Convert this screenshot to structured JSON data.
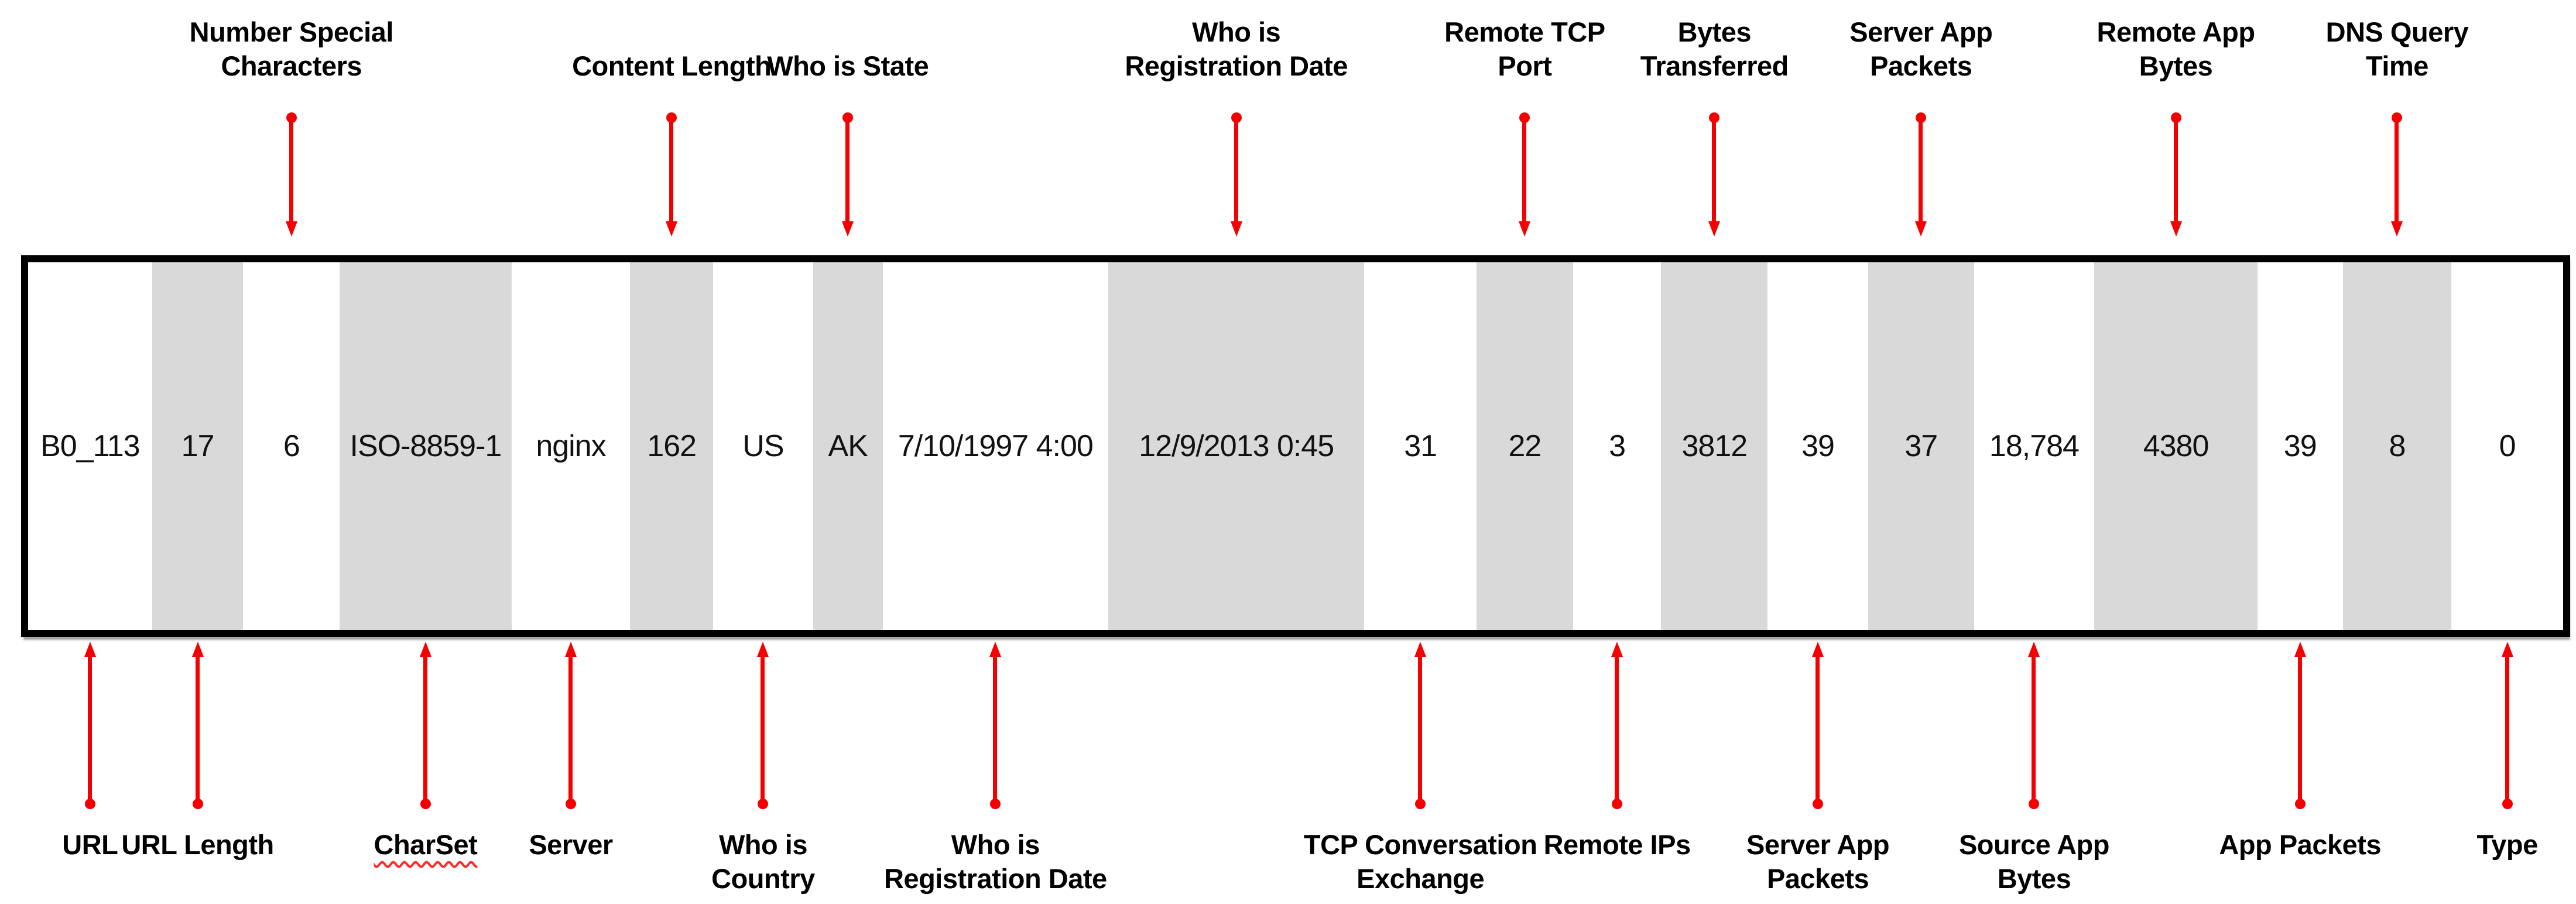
{
  "figure": {
    "type": "annotated-data-row",
    "cells": [
      {
        "value": "B0_113",
        "shaded": false
      },
      {
        "value": "17",
        "shaded": true
      },
      {
        "value": "6",
        "shaded": false
      },
      {
        "value": "ISO-8859-1",
        "shaded": true
      },
      {
        "value": "nginx",
        "shaded": false
      },
      {
        "value": "162",
        "shaded": true
      },
      {
        "value": "US",
        "shaded": false
      },
      {
        "value": "AK",
        "shaded": true
      },
      {
        "value": "7/10/1997 4:00",
        "shaded": false
      },
      {
        "value": "12/9/2013 0:45",
        "shaded": true
      },
      {
        "value": "31",
        "shaded": false
      },
      {
        "value": "22",
        "shaded": true
      },
      {
        "value": "3",
        "shaded": false
      },
      {
        "value": "3812",
        "shaded": true
      },
      {
        "value": "39",
        "shaded": false
      },
      {
        "value": "37",
        "shaded": true
      },
      {
        "value": "18,784",
        "shaded": false
      },
      {
        "value": "4380",
        "shaded": true
      },
      {
        "value": "39",
        "shaded": false
      },
      {
        "value": "8",
        "shaded": true
      },
      {
        "value": "0",
        "shaded": false
      }
    ],
    "top_callouts": [
      {
        "label": "Number Special\nCharacters",
        "target_cell": 2
      },
      {
        "label": "Content Length",
        "target_cell": 5
      },
      {
        "label": "Who is State",
        "target_cell": 7
      },
      {
        "label": "Who is\nRegistration Date",
        "target_cell": 9
      },
      {
        "label": "Remote TCP\nPort",
        "target_cell": 11
      },
      {
        "label": "Bytes\nTransferred",
        "target_cell": 13
      },
      {
        "label": "Server App\nPackets",
        "target_cell": 15
      },
      {
        "label": "Remote App\nBytes",
        "target_cell": 17
      },
      {
        "label": "DNS Query\nTime",
        "target_cell": 19
      }
    ],
    "bottom_callouts": [
      {
        "label": "URL",
        "target_cell": 0
      },
      {
        "label": "URL Length",
        "target_cell": 1
      },
      {
        "label": "CharSet",
        "target_cell": 3,
        "squiggly": true
      },
      {
        "label": "Server",
        "target_cell": 4
      },
      {
        "label": "Who is\nCountry",
        "target_cell": 6
      },
      {
        "label": "Who is\nRegistration Date",
        "target_cell": 8
      },
      {
        "label": "TCP Conversation\nExchange",
        "target_cell": 10
      },
      {
        "label": "Remote IPs",
        "target_cell": 12
      },
      {
        "label": "Server App\nPackets",
        "target_cell": 14
      },
      {
        "label": "Source App\nBytes",
        "target_cell": 16
      },
      {
        "label": "App Packets",
        "target_cell": 18
      },
      {
        "label": "Type",
        "target_cell": 20
      }
    ],
    "colors": {
      "arrow": "#f40000",
      "shaded_cell": "#d9d9d9",
      "box_border": "#000000",
      "label_text": "#000000",
      "cell_text": "#111111",
      "underline": "#ff2b2b"
    }
  }
}
